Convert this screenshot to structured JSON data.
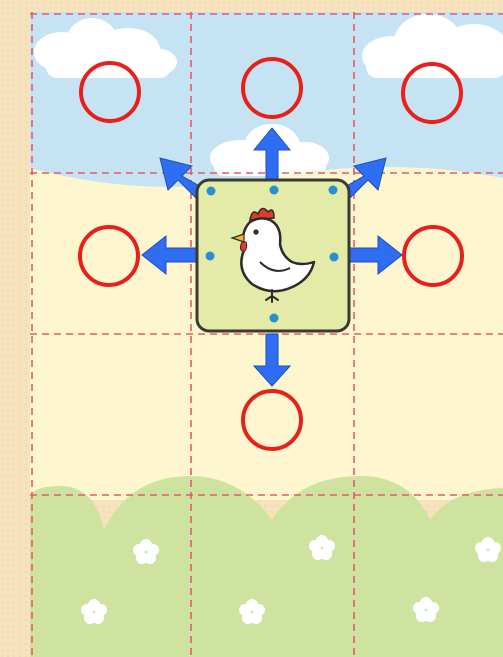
{
  "board": {
    "columns": 3,
    "rows": 4,
    "background_color": "#f6e2bd",
    "sky_color": "#c6e3f3",
    "meadow_color": "#fdf6cf",
    "grass_color": "#cfe3a1",
    "grid_line_color": "#e45b6b"
  },
  "piece": {
    "name": "chicken",
    "icon": "chicken-icon",
    "tile_color": "#e4eaa8",
    "column": 2,
    "row": 2
  },
  "moves": {
    "arrow_color": "#2f6ef2",
    "marker_color": "#e8201c",
    "directions": [
      "up-left",
      "up",
      "up-right",
      "left",
      "right",
      "down"
    ],
    "targets": [
      {
        "column": 1,
        "row": 1
      },
      {
        "column": 2,
        "row": 1
      },
      {
        "column": 3,
        "row": 1
      },
      {
        "column": 1,
        "row": 2
      },
      {
        "column": 3,
        "row": 2
      },
      {
        "column": 2,
        "row": 3
      }
    ]
  }
}
